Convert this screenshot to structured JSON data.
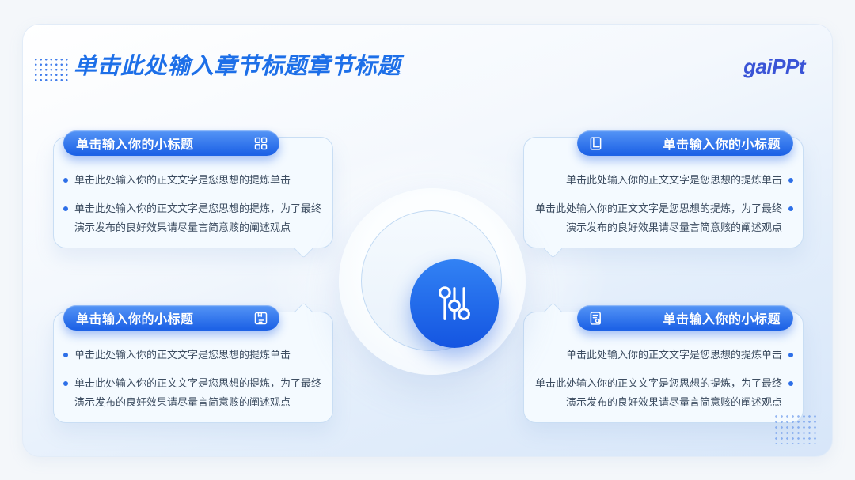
{
  "slide": {
    "title": "单击此处输入章节标题章节标题",
    "logo_text": "gaiPPt"
  },
  "center": {
    "icon": "sliders-icon"
  },
  "boxes": [
    {
      "position": "top-left",
      "icon": "grid-icon",
      "title": "单击输入你的小标题",
      "bullets": [
        "单击此处输入你的正文文字是您思想的提炼单击",
        "单击此处输入你的正文文字是您思想的提炼，为了最终演示发布的良好效果请尽量言简意赅的阐述观点"
      ]
    },
    {
      "position": "top-right",
      "icon": "book-icon",
      "title": "单击输入你的小标题",
      "bullets": [
        "单击此处输入你的正文文字是您思想的提炼单击",
        "单击此处输入你的正文文字是您思想的提炼，为了最终演示发布的良好效果请尽量言简意赅的阐述观点"
      ]
    },
    {
      "position": "bottom-left",
      "icon": "memo-tag-icon",
      "title": "单击输入你的小标题",
      "bullets": [
        "单击此处输入你的正文文字是您思想的提炼单击",
        "单击此处输入你的正文文字是您思想的提炼，为了最终演示发布的良好效果请尽量言简意赅的阐述观点"
      ]
    },
    {
      "position": "bottom-right",
      "icon": "document-search-icon",
      "title": "单击输入你的小标题",
      "bullets": [
        "单击此处输入你的正文文字是您思想的提炼单击",
        "单击此处输入你的正文文字是您思想的提炼，为了最终演示发布的良好效果请尽量言简意赅的阐述观点"
      ]
    }
  ],
  "colors": {
    "title_blue": "#1D6FE8",
    "logo_blue": "#3A54D6",
    "pill_gradient_start": "#5595F6",
    "pill_gradient_end": "#1E63E6",
    "bullet_dot": "#2D6FE8",
    "body_text": "#3D4D61",
    "bubble_border": "#C9DEF4",
    "slide_bottom": "#D7E6F9"
  }
}
